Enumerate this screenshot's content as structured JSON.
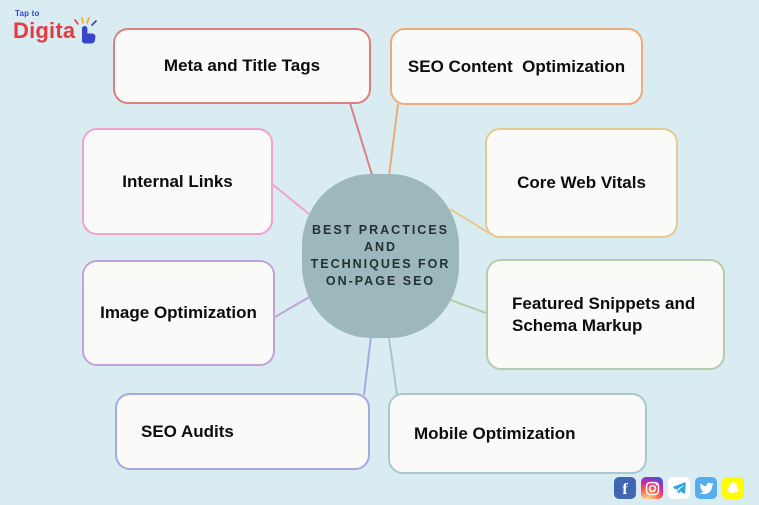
{
  "background": "#d9ecf2",
  "node_background": "#fafaf8",
  "logo": {
    "tagline": "Tap to",
    "brand": "Digita",
    "tagline_color": "#3448bd",
    "brand_color": "#e23b44",
    "hand_color": "#3a46c8",
    "spark_colors": [
      "#e8413c",
      "#f2b32a",
      "#f2b32a",
      "#3448bd"
    ]
  },
  "center": {
    "lines": [
      "BEST PRACTICES",
      "AND",
      "TECHNIQUES FOR",
      "ON-PAGE SEO"
    ],
    "fill": "#9db8bc",
    "text_color": "#233032"
  },
  "nodes": [
    {
      "label": "Meta and Title Tags",
      "border_color": "#db8080"
    },
    {
      "label": "SEO Content  Optimization",
      "border_color": "#ecab7d"
    },
    {
      "label": "Internal Links",
      "border_color": "#f0a3cb"
    },
    {
      "label": "Core Web Vitals",
      "border_color": "#e6c98e"
    },
    {
      "label": "Image Optimization",
      "border_color": "#c2a3d9"
    },
    {
      "label": "Featured Snippets and Schema Markup",
      "border_color": "#b7cbab"
    },
    {
      "label": "SEO Audits",
      "border_color": "#a8a8e0"
    },
    {
      "label": "Mobile Optimization",
      "border_color": "#a9c7cf"
    }
  ],
  "social": [
    {
      "name": "facebook",
      "glyph": "f",
      "bg": "#4267b2",
      "glyph_color": "#ffffff"
    },
    {
      "name": "instagram",
      "bg": "radial-gradient(circle at 30% 110%, #fdf497 0%, #fd5949 45%, #d6249f 65%, #285aeb 95%)",
      "glyph_color": "#ffffff"
    },
    {
      "name": "telegram",
      "bg": "#ffffff",
      "glyph_color": "#2ca5e0"
    },
    {
      "name": "twitter",
      "bg": "#55acee",
      "glyph_color": "#ffffff"
    },
    {
      "name": "snapchat",
      "bg": "#fffc00",
      "glyph_color": "#ffffff"
    }
  ]
}
